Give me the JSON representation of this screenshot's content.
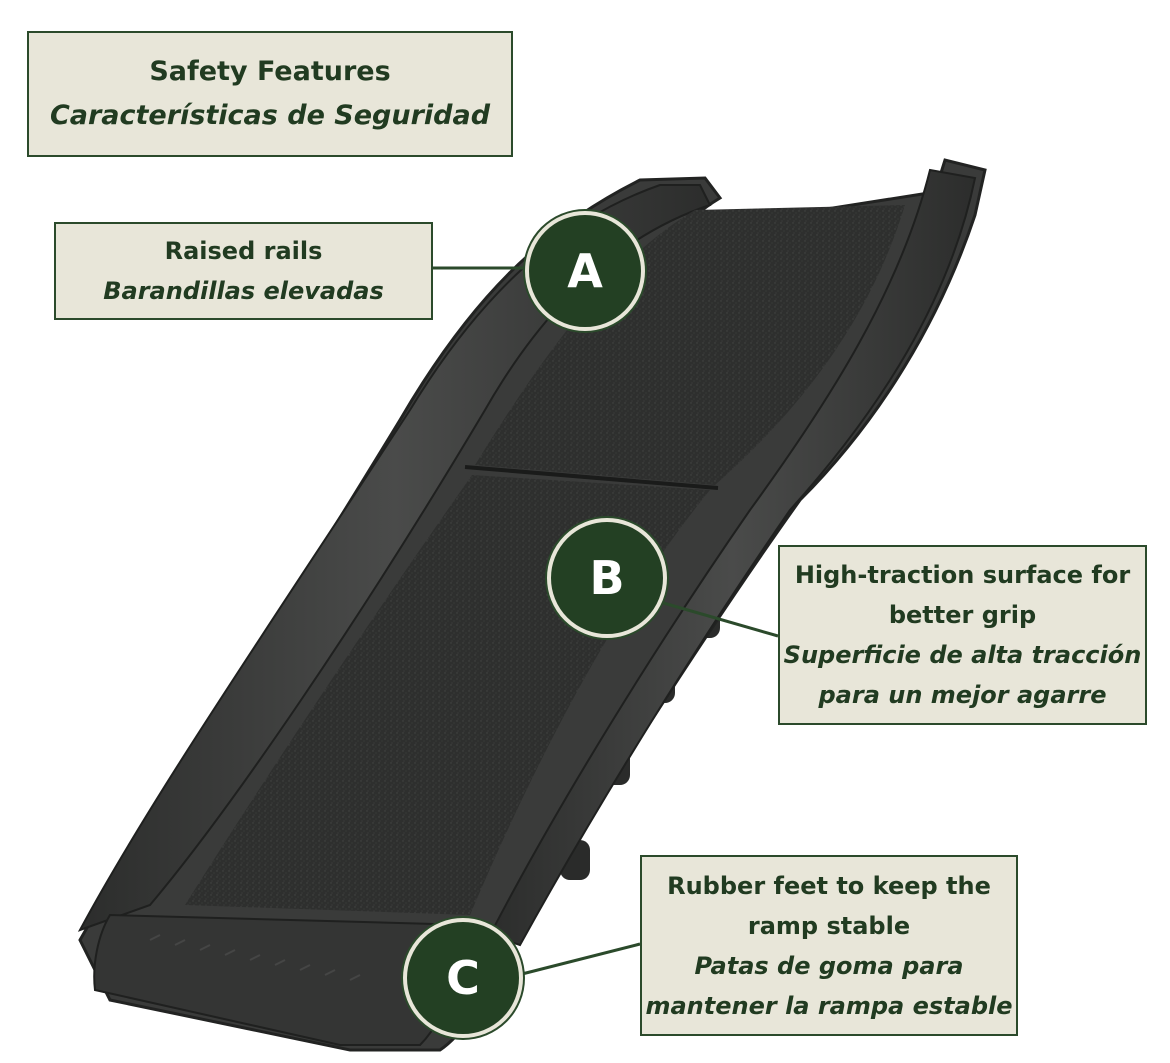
{
  "title": {
    "en": "Safety Features",
    "es": "Características de Seguridad"
  },
  "features": [
    {
      "letter": "A",
      "en": "Raised rails",
      "es": "Barandillas elevadas"
    },
    {
      "letter": "B",
      "en_line1": "High-traction surface for",
      "en_line2": "better grip",
      "es_line1": "Superficie de alta tracción",
      "es_line2": "para un mejor agarre"
    },
    {
      "letter": "C",
      "en_line1": "Rubber feet to keep the",
      "en_line2": "ramp stable",
      "es_line1": "Patas de goma para",
      "es_line2": "mantener la rampa estable"
    }
  ],
  "colors": {
    "accent": "#234023",
    "box_bg": "#e8e6d9",
    "ramp": "#3a3b3a"
  }
}
